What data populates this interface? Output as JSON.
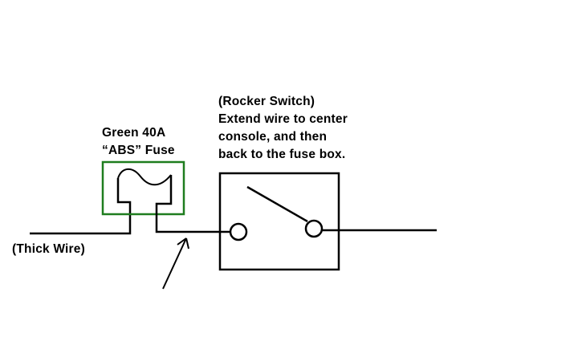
{
  "fuse": {
    "line1": "Green 40A",
    "line2": "“ABS” Fuse"
  },
  "switch": {
    "line1": "(Rocker Switch)",
    "line2": "Extend wire to center",
    "line3": "console, and then",
    "line4": "back to the fuse box."
  },
  "wire": {
    "label": "(Thick Wire)"
  },
  "colors": {
    "fuse_box": "#1e7d1e",
    "line": "#000000",
    "background": "#ffffff"
  },
  "icons": [
    "fuse-symbol-icon",
    "rocker-switch-icon",
    "pointer-arrow-icon"
  ]
}
